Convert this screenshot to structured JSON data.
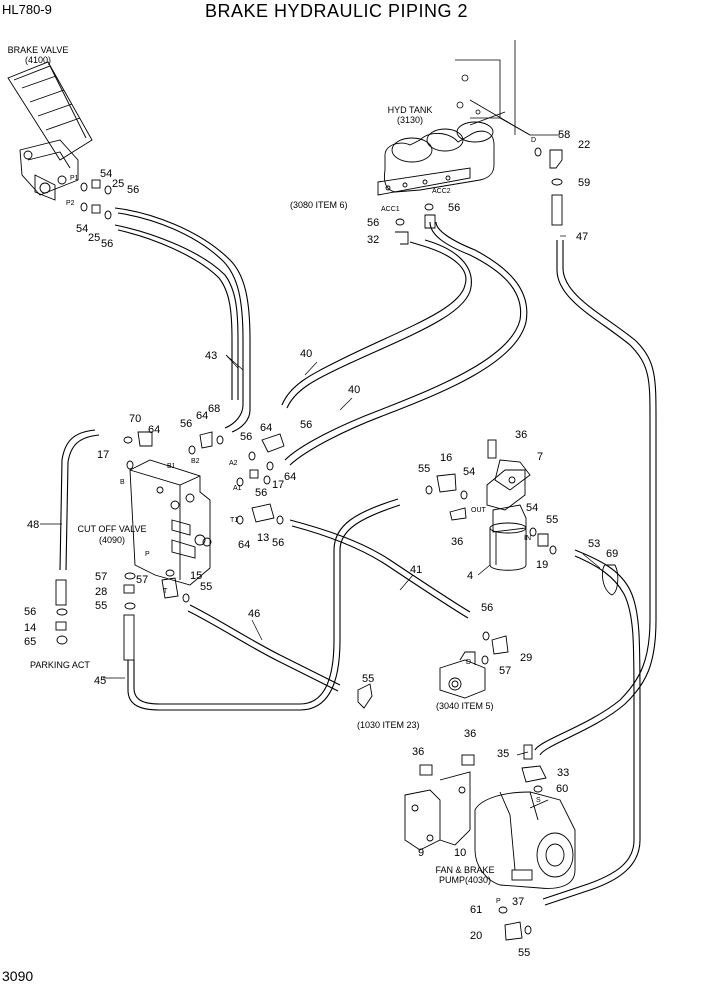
{
  "header": {
    "model": "HL780-9",
    "title": "BRAKE HYDRAULIC PIPING 2"
  },
  "footer": {
    "page": "3090"
  },
  "labels": {
    "brake_valve": "BRAKE VALVE",
    "brake_valve_code": "(4100)",
    "hyd_tank": "HYD  TANK",
    "hyd_tank_code": "(3130)",
    "item_3080": "(3080 ITEM 6)",
    "cut_off_valve": "CUT OFF VALVE",
    "cut_off_valve_code": "(4090)",
    "parking_act": "PARKING ACT",
    "item_3040": "(3040 ITEM 5)",
    "item_1030": "(1030 ITEM 23)",
    "pump": "FAN & BRAKE",
    "pump_code": "PUMP(4030)"
  },
  "ports": [
    "P1",
    "P2",
    "ACC1",
    "ACC2",
    "D",
    "B1",
    "B2",
    "A2",
    "A1",
    "B",
    "T1",
    "T",
    "P",
    "OUT",
    "IN",
    "D",
    "S",
    "P"
  ],
  "parts": [
    "54",
    "25",
    "56",
    "54",
    "25",
    "56",
    "58",
    "22",
    "59",
    "47",
    "56",
    "32",
    "56",
    "43",
    "40",
    "40",
    "56",
    "70",
    "64",
    "17",
    "56",
    "64",
    "68",
    "56",
    "64",
    "56",
    "17",
    "64",
    "64",
    "13",
    "56",
    "48",
    "57",
    "57",
    "15",
    "28",
    "55",
    "55",
    "56",
    "14",
    "65",
    "46",
    "45",
    "36",
    "16",
    "7",
    "55",
    "54",
    "54",
    "55",
    "36",
    "19",
    "53",
    "69",
    "4",
    "41",
    "56",
    "29",
    "57",
    "55",
    "36",
    "36",
    "35",
    "33",
    "60",
    "9",
    "10",
    "37",
    "61",
    "20",
    "55"
  ]
}
